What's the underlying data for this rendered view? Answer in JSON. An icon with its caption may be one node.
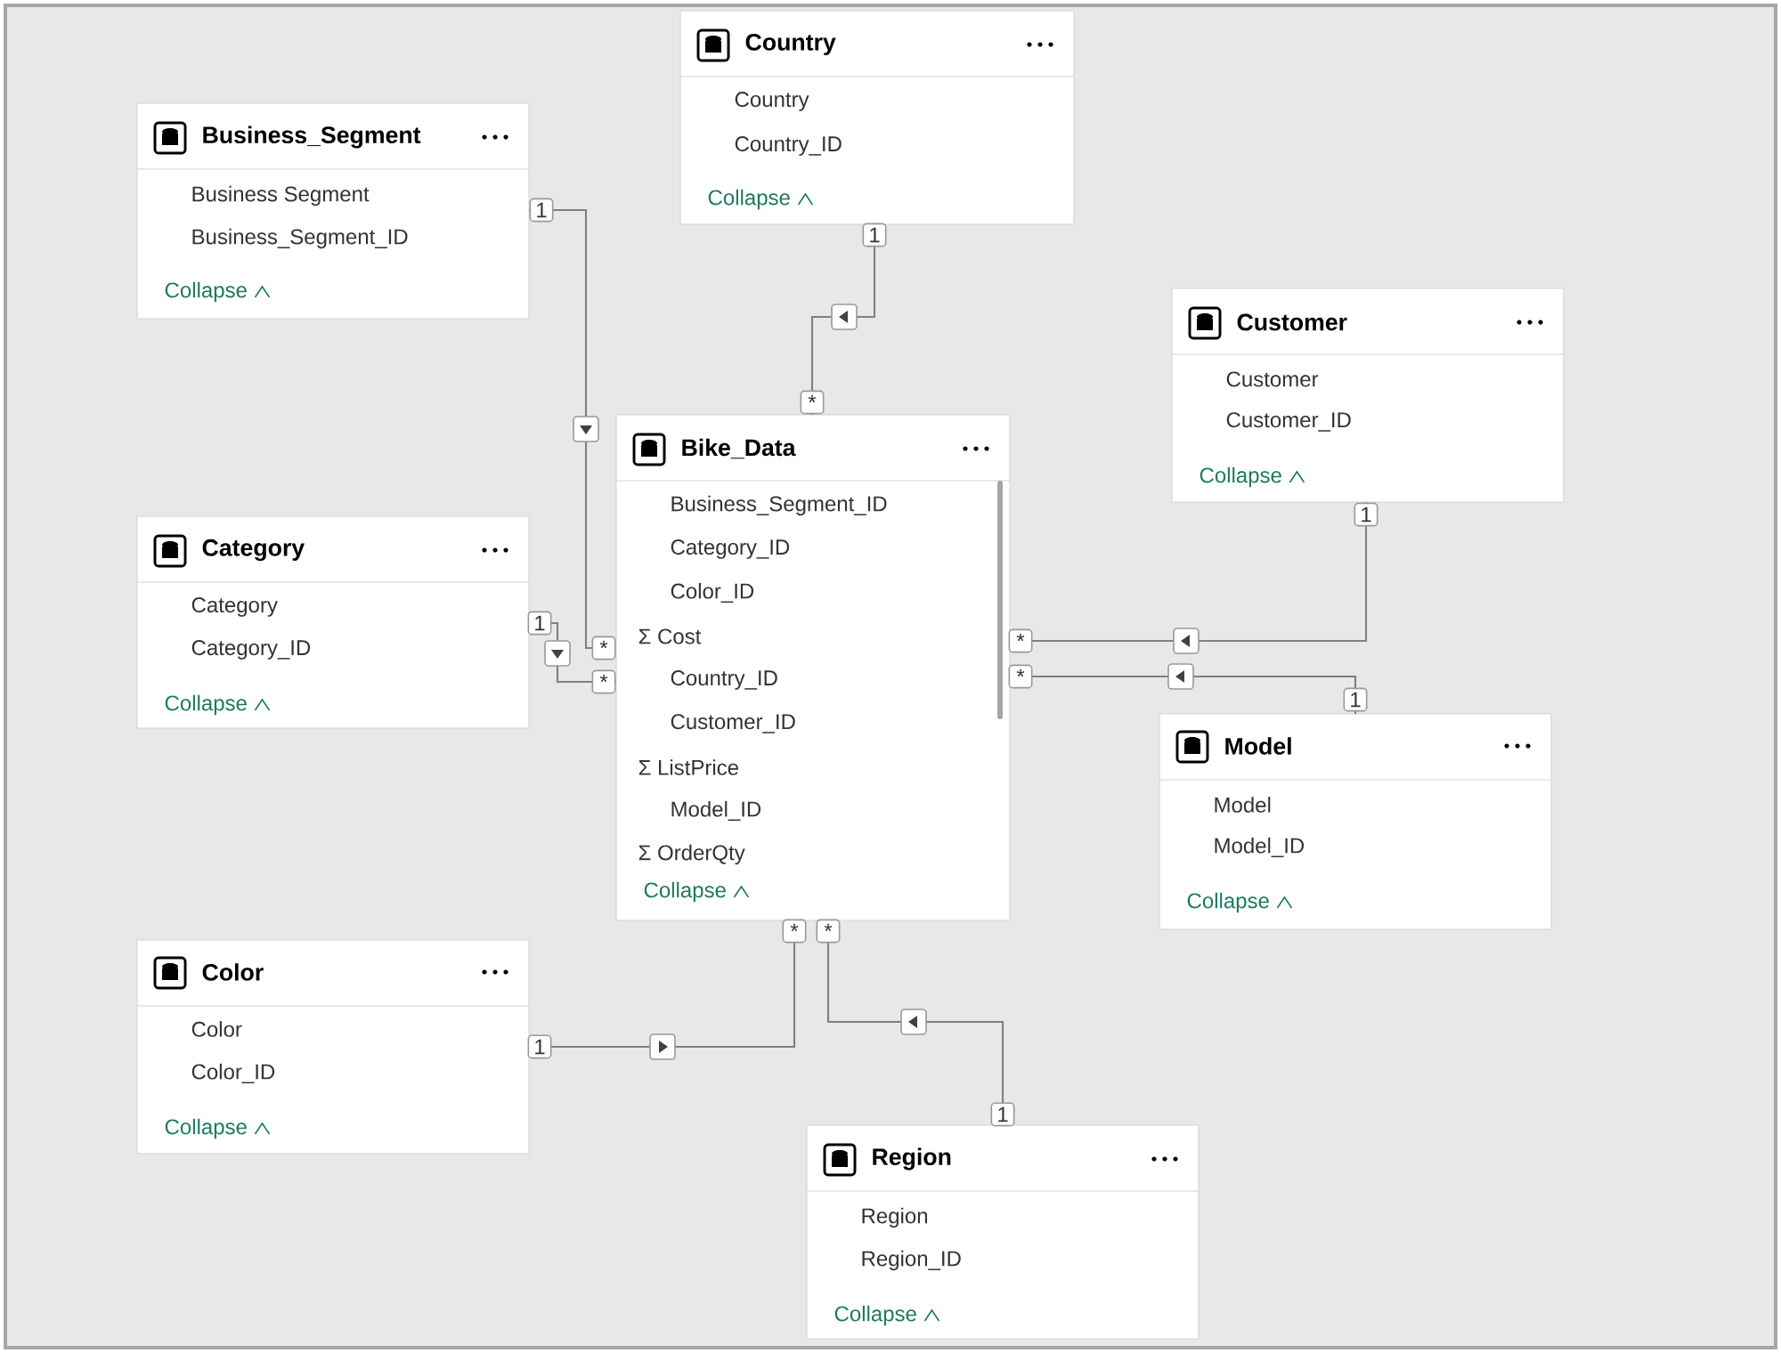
{
  "diagram": {
    "nodes": [
      {
        "text": [
          "Country",
          "Country",
          "Country_ID",
          "Collapse"
        ]
      },
      {
        "text": [
          "Business_Segment",
          "Business Segment",
          "Business_Segment_ID",
          "Collapse"
        ]
      },
      {
        "text": [
          "Customer",
          "Customer",
          "Customer_ID",
          "Collapse"
        ]
      },
      {
        "text": [
          "Bike_Data",
          "Business_Segment_ID",
          "Category_ID",
          "Color_ID",
          "Σ Cost",
          "Country_ID",
          "Customer_ID",
          "Σ ListPrice",
          "Model_ID",
          "Σ OrderQty",
          "Collapse"
        ]
      },
      {
        "text": [
          "Category",
          "Category",
          "Category_ID",
          "Collapse"
        ]
      },
      {
        "text": [
          "Model",
          "Model",
          "Model_ID",
          "Collapse"
        ]
      },
      {
        "text": [
          "Color",
          "Color",
          "Color_ID",
          "Collapse"
        ]
      },
      {
        "text": [
          "Region",
          "Region",
          "Region_ID",
          "Collapse"
        ]
      }
    ],
    "edges": [
      {
        "from": 1,
        "to": 3,
        "arrow": "to"
      },
      {
        "from": 0,
        "to": 3,
        "arrow": "to"
      },
      {
        "from": 2,
        "to": 3,
        "arrow": "to"
      },
      {
        "from": 4,
        "to": 3,
        "arrow": "to"
      },
      {
        "from": 5,
        "to": 3,
        "arrow": "to"
      },
      {
        "from": 6,
        "to": 3,
        "arrow": "to"
      },
      {
        "from": 7,
        "to": 3,
        "arrow": "to"
      }
    ],
    "labels": [
      "1",
      "1",
      "*",
      "1",
      "1",
      "*",
      "*",
      "*",
      "*",
      "1",
      "*",
      "*",
      "1",
      "1"
    ]
  }
}
